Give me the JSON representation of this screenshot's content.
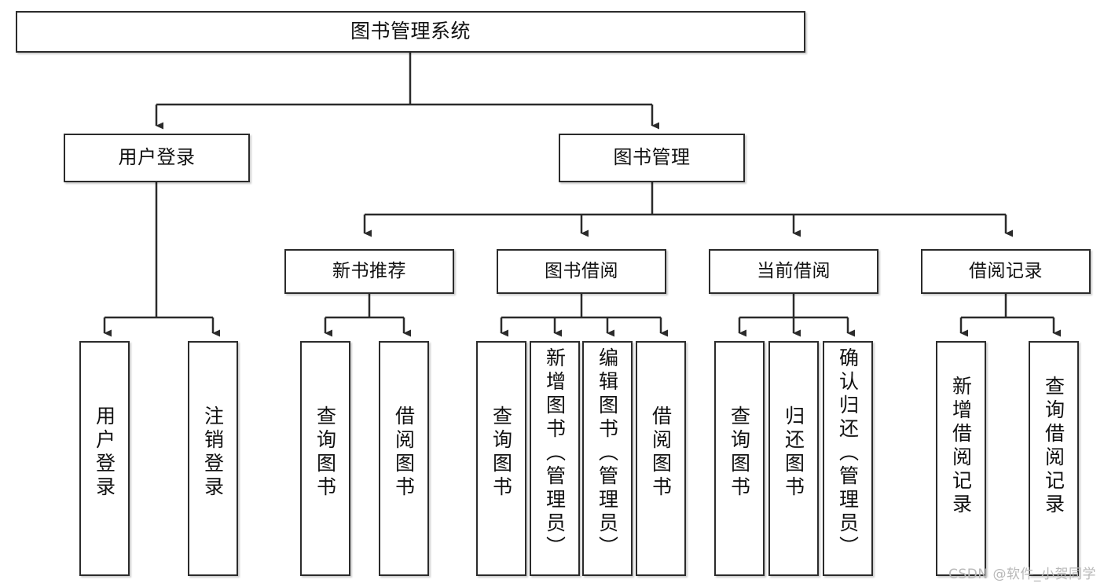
{
  "diagram": {
    "title_node": {
      "label": "图书管理系统"
    },
    "level2": [
      {
        "id": "user-login",
        "label": "用户登录"
      },
      {
        "id": "book-management",
        "label": "图书管理"
      }
    ],
    "level3": [
      {
        "id": "new-book-recommend",
        "label": "新书推荐"
      },
      {
        "id": "book-borrow",
        "label": "图书借阅"
      },
      {
        "id": "current-borrow",
        "label": "当前借阅"
      },
      {
        "id": "borrow-record",
        "label": "借阅记录"
      }
    ],
    "leaves": [
      {
        "id": "leaf-user-login",
        "label": "用户登录"
      },
      {
        "id": "leaf-logout-login",
        "label": "注销登录"
      },
      {
        "id": "leaf-query-book-1",
        "label": "查询图书"
      },
      {
        "id": "leaf-borrow-book-1",
        "label": "借阅图书"
      },
      {
        "id": "leaf-query-book-2",
        "label": "查询图书"
      },
      {
        "id": "leaf-add-book",
        "label": "新增图书（管理员）"
      },
      {
        "id": "leaf-edit-book",
        "label": "编辑图书（管理员）"
      },
      {
        "id": "leaf-borrow-book-2",
        "label": "借阅图书"
      },
      {
        "id": "leaf-query-book-3",
        "label": "查询图书"
      },
      {
        "id": "leaf-return-book",
        "label": "归还图书"
      },
      {
        "id": "leaf-confirm-return",
        "label": "确认归还（管理员）"
      },
      {
        "id": "leaf-add-record",
        "label": "新增借阅记录"
      },
      {
        "id": "leaf-query-record",
        "label": "查询借阅记录"
      }
    ]
  },
  "watermark": {
    "text": "CSDN @软件_小贺同学"
  },
  "colors": {
    "stroke": "#2b2b2b",
    "fill": "#ffffff",
    "text": "#111111",
    "watermark": "#b8b8b8"
  }
}
